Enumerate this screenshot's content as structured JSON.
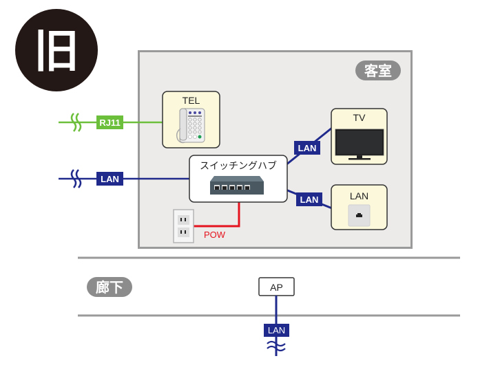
{
  "badge": {
    "label": "旧"
  },
  "rooms": {
    "guest_room": {
      "label": "客室"
    },
    "hallway": {
      "label": "廊下"
    }
  },
  "devices": {
    "tel": {
      "label": "TEL"
    },
    "switching_hub": {
      "label": "スイッチングハブ"
    },
    "tv": {
      "label": "TV"
    },
    "lan_port": {
      "label": "LAN"
    },
    "ap": {
      "label": "AP"
    }
  },
  "cables": {
    "rj11": {
      "label": "RJ11",
      "color": "#6cbf3a"
    },
    "lan_in": {
      "label": "LAN",
      "color": "#1f2a8c"
    },
    "lan_tv": {
      "label": "LAN",
      "color": "#1f2a8c"
    },
    "lan_port": {
      "label": "LAN",
      "color": "#1f2a8c"
    },
    "power": {
      "label": "POW",
      "color": "#e5131d"
    },
    "lan_ap": {
      "label": "LAN",
      "color": "#1f2a8c"
    }
  },
  "colors": {
    "badge_bg": "#231815",
    "room_fill": "#ecebea",
    "room_border": "#9a9a9a",
    "device_fill": "#fbf8dc",
    "pill_bg": "#8c8c8c"
  }
}
